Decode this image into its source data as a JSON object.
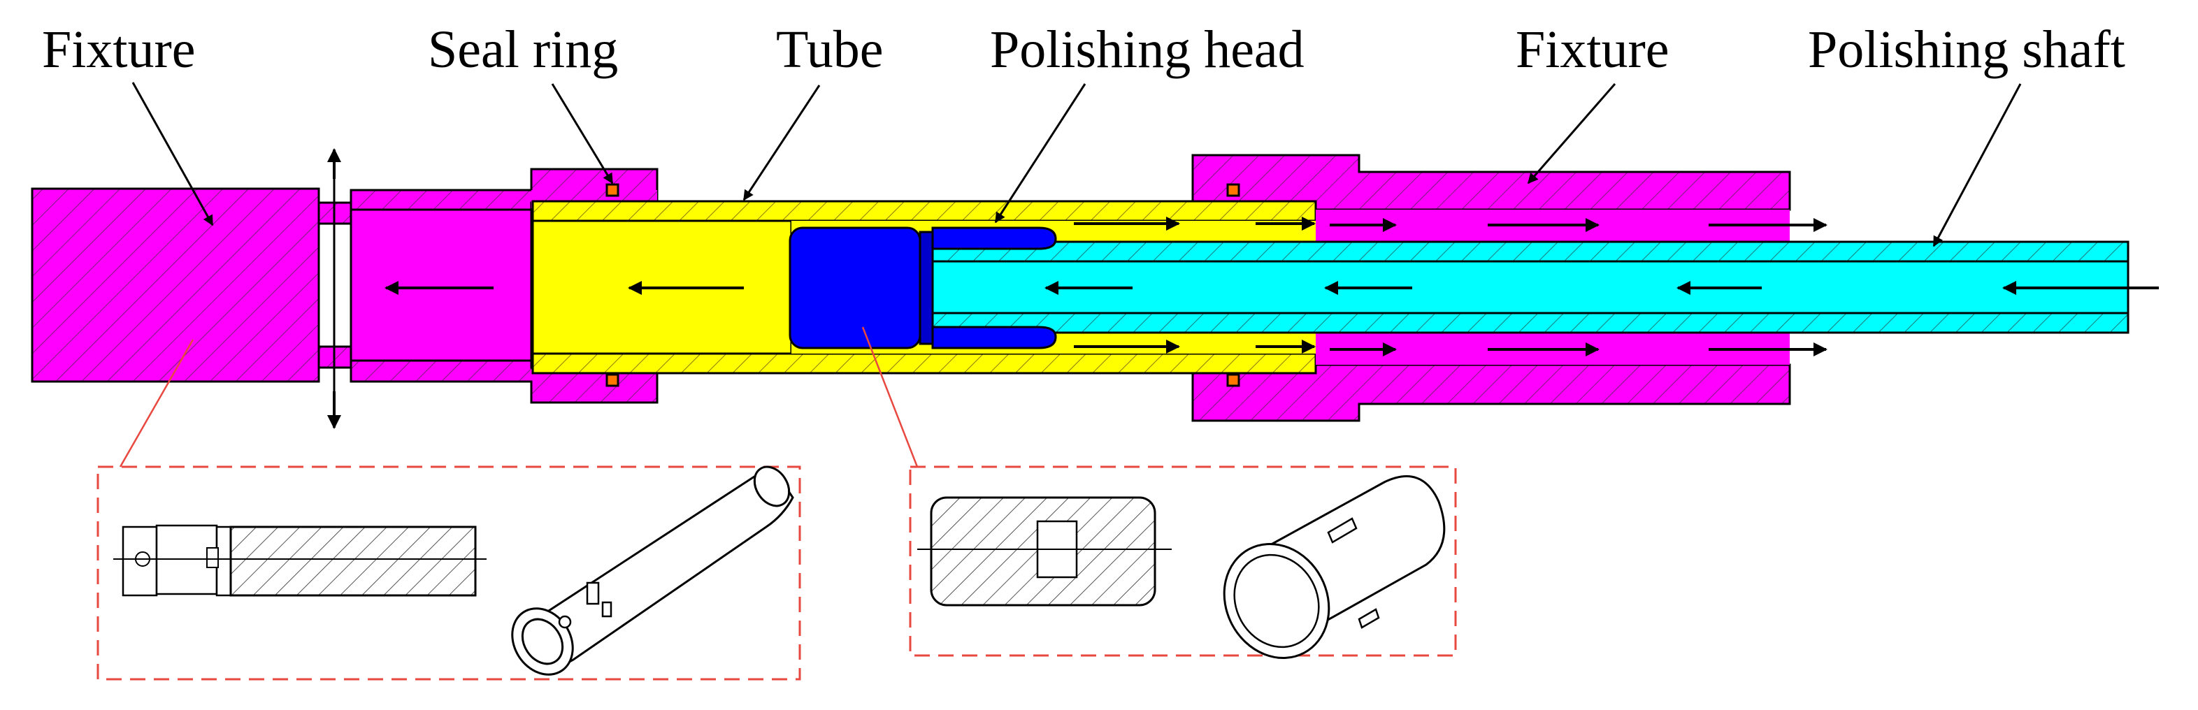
{
  "labels": {
    "fixture_left": "Fixture",
    "seal_ring": "Seal ring",
    "tube": "Tube",
    "polishing_head": "Polishing head",
    "fixture_right": "Fixture",
    "polishing_shaft": "Polishing shaft"
  },
  "colors": {
    "fixture": "#ff00ff",
    "tube": "#ffff00",
    "polishing_head": "#0000ff",
    "polishing_shaft": "#00ffff",
    "seal_ring": "#ff7700",
    "detail_frame": "#e8483f",
    "outline": "#000000"
  },
  "icons": {
    "flow_arrows": "arrow-icon",
    "movement_arrow": "double-arrow-icon"
  }
}
